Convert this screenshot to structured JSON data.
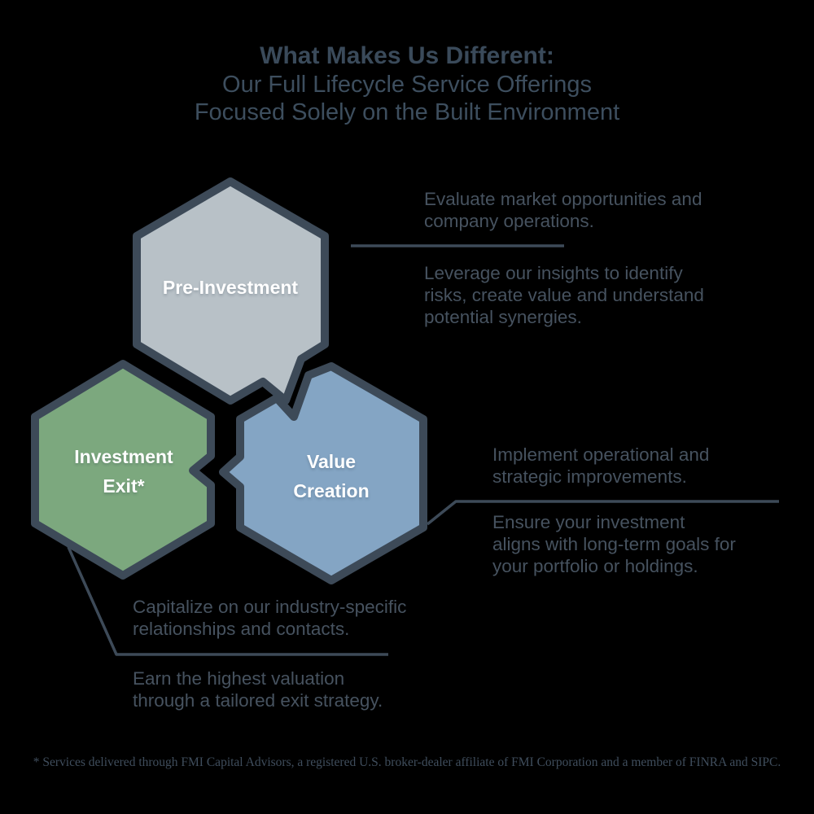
{
  "title": {
    "line1": "What Makes Us Different:",
    "line2": "Our Full Lifecycle Service Offerings",
    "line3": "Focused Solely on the Built Environment"
  },
  "hexagons": {
    "pre_investment": {
      "label": "Pre-Investment",
      "fill": "#b8c1c7"
    },
    "investment_exit": {
      "label_line1": "Investment",
      "label_line2": "Exit*",
      "fill": "#7ca87e"
    },
    "value_creation": {
      "label_line1": "Value",
      "label_line2": "Creation",
      "fill": "#84a5c4"
    }
  },
  "annotations": {
    "pre_investment_block1": {
      "line1": "Evaluate market opportunities and",
      "line2": "company operations."
    },
    "pre_investment_block2": {
      "line1": "Leverage our insights to identify",
      "line2": "risks, create value and understand",
      "line3": "potential synergies."
    },
    "value_creation_block1": {
      "line1": "Implement operational and",
      "line2": "strategic improvements."
    },
    "value_creation_block2": {
      "line1": "Ensure your investment",
      "line2": "aligns with long-term goals for",
      "line3": "your portfolio or holdings."
    },
    "investment_exit_block1": {
      "line1": "Capitalize on our industry-specific",
      "line2": "relationships and contacts."
    },
    "investment_exit_block2": {
      "line1": "Earn the highest valuation",
      "line2": "through a tailored exit strategy."
    }
  },
  "footnote": "* Services delivered through FMI Capital Advisors, a registered U.S. broker-dealer affiliate of FMI Corporation and a member of FINRA and SIPC.",
  "colors": {
    "background": "#000000",
    "title_text": "#3d4e5e",
    "body_text": "#46525f",
    "hex_border": "#3d4a58",
    "leader_line": "#3d4a58",
    "gray_fill": "#b8c1c7",
    "green_fill": "#7ca87e",
    "blue_fill": "#84a5c4",
    "label_text": "#ffffff"
  }
}
